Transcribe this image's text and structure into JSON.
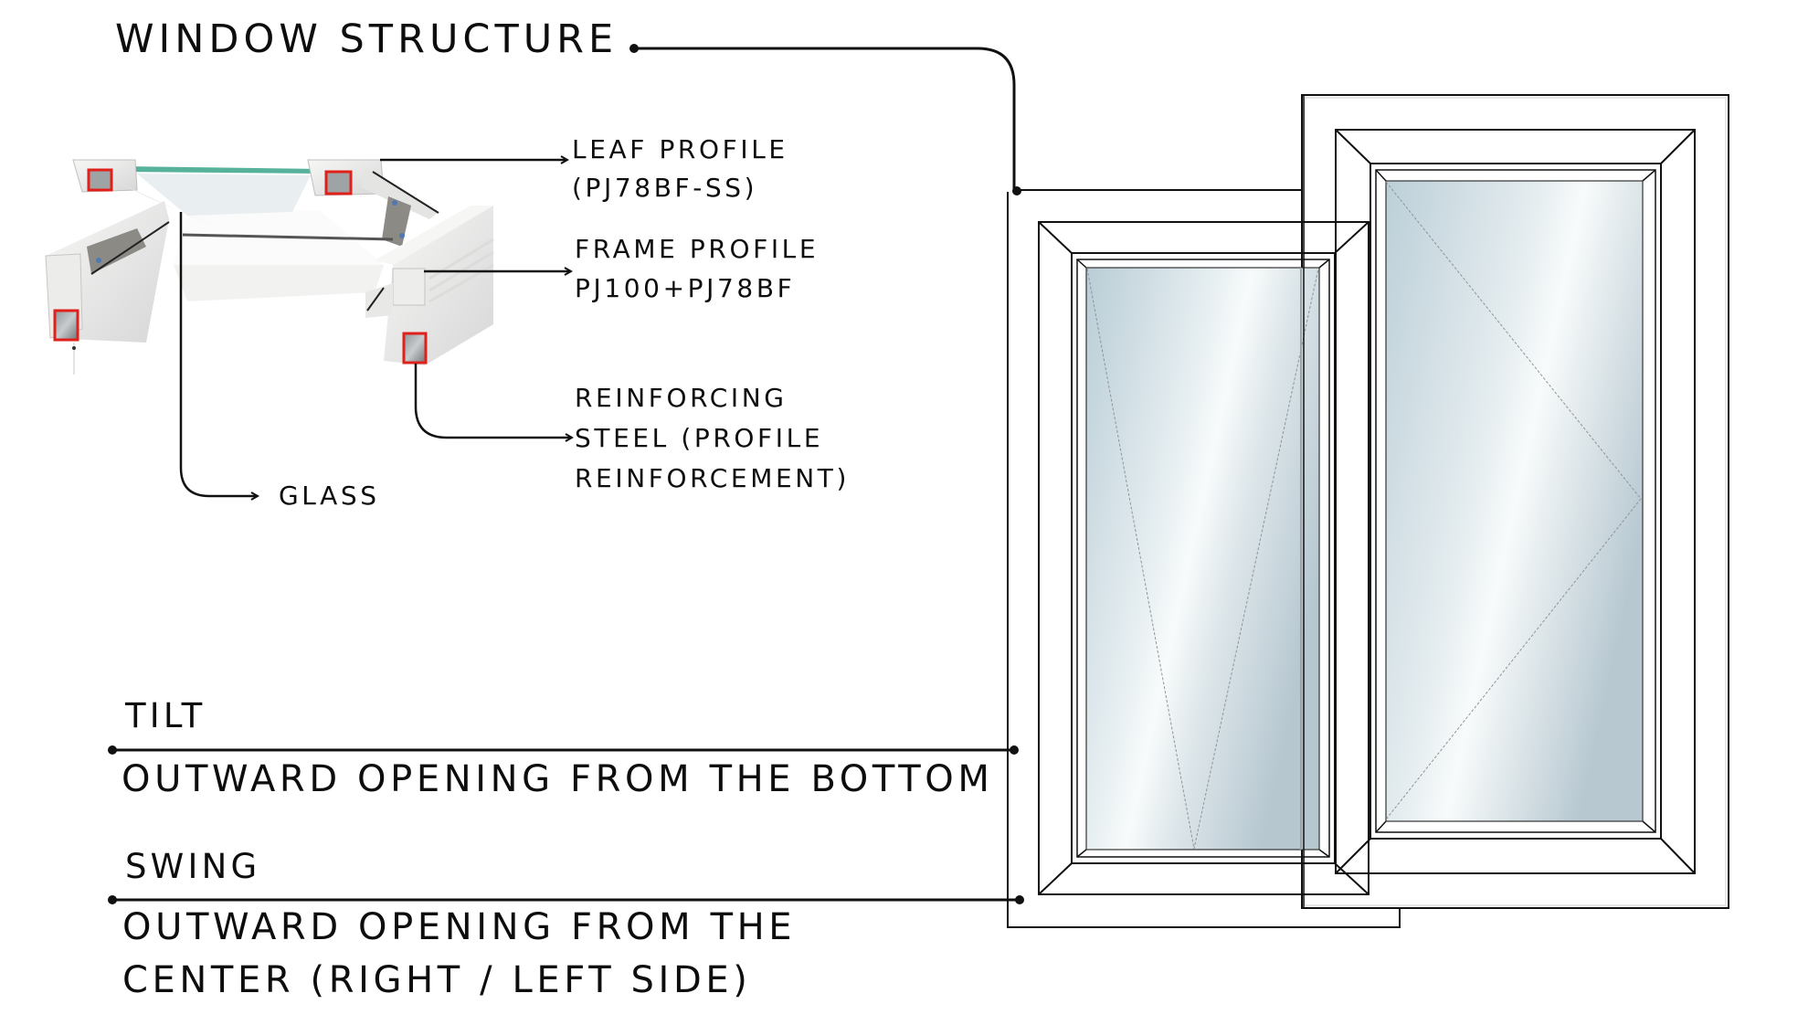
{
  "title": "WINDOW STRUCTURE",
  "callouts": {
    "leaf_profile": {
      "line1": "LEAF PROFILE",
      "line2": "(PJ78BF-SS)"
    },
    "frame_profile": {
      "line1": "FRAME PROFILE",
      "line2": "PJ100+PJ78BF"
    },
    "reinforcing_steel": {
      "line1": "REINFORCING",
      "line2": "STEEL (PROFILE",
      "line3": "REINFORCEMENT)"
    },
    "glass": {
      "label": "GLASS"
    }
  },
  "modes": {
    "tilt": {
      "label": "TILT",
      "description": "OUTWARD OPENING FROM THE BOTTOM"
    },
    "swing": {
      "label": "SWING",
      "description_line1": "OUTWARD OPENING FROM THE",
      "description_line2": "CENTER (RIGHT / LEFT SIDE)"
    }
  },
  "colors": {
    "line": "#111111",
    "glass_dark": "#b9cdd6",
    "glass_light": "#f6f9fa",
    "profile_red": "#e0201b",
    "pvc_white": "#eeeeed",
    "pvc_shade": "#cfd0cf",
    "glass_edge_green": "#3aa58a"
  },
  "icons": {
    "leader_dot": "filled-circle",
    "leader_arrow": "arrow-right"
  }
}
